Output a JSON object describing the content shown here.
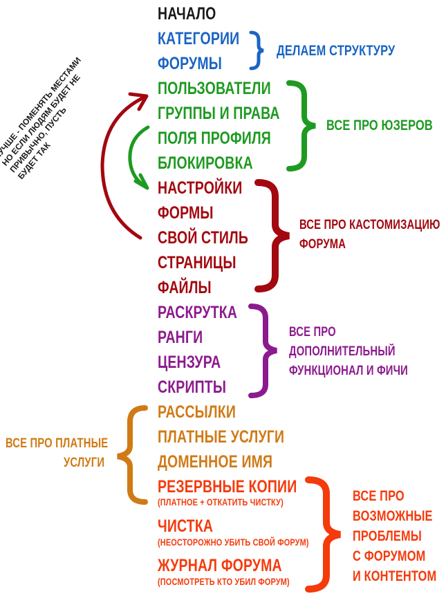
{
  "colors": {
    "black": "#1a1a1a",
    "blue": "#1a64c4",
    "green": "#1e9a21",
    "dark_red": "#a3070f",
    "purple": "#8c1a8e",
    "orange": "#d07a16",
    "red": "#f53a0c"
  },
  "items": {
    "start": "НАЧАЛО",
    "categories": "КАТЕГОРИИ",
    "forums": "ФОРУМЫ",
    "users": "ПОЛЬЗОВАТЕЛИ",
    "groups": "ГРУППЫ И ПРАВА",
    "profile_fields": "ПОЛЯ ПРОФИЛЯ",
    "blocking": "БЛОКИРОВКА",
    "settings": "НАСТРОЙКИ",
    "forms": "ФОРМЫ",
    "own_style": "СВОЙ СТИЛЬ",
    "pages": "СТРАНИЦЫ",
    "files": "ФАЙЛЫ",
    "promotion": "РАСКРУТКА",
    "ranks": "РАНГИ",
    "censorship": "ЦЕНЗУРА",
    "scripts": "СКРИПТЫ",
    "mailings": "РАССЫЛКИ",
    "paid_services": "ПЛАТНЫЕ УСЛУГИ",
    "domain_name": "ДОМЕННОЕ ИМЯ",
    "backups": "РЕЗЕРВНЫЕ КОПИИ",
    "backups_sub": "(ПЛАТНОЕ + ОТКАТИТЬ ЧИСТКУ)",
    "cleanup": "ЧИСТКА",
    "cleanup_sub": "(НЕОСТОРОЖНО УБИТЬ СВОЙ ФОРУМ)",
    "forum_log": "ЖУРНАЛ ФОРУМА",
    "forum_log_sub": "(ПОСМОТРЕТЬ КТО УБИЛ ФОРУМ)"
  },
  "groups": {
    "structure": "ДЕЛАЕМ СТРУКТУРУ",
    "users": "ВСЕ ПРО ЮЗЕРОВ",
    "customization": [
      "ВСЕ ПРО КАСТОМИЗАЦИЮ",
      "ФОРУМА"
    ],
    "additional": [
      "ВСЕ ПРО",
      "ДОПОЛНИТЕЛЬНЫЙ",
      "ФУНКЦИОНАЛ И ФИЧИ"
    ],
    "paid": [
      "ВСЕ ПРО ПЛАТНЫЕ",
      "УСЛУГИ"
    ],
    "problems": [
      "ВСЕ ПРО",
      "ВОЗМОЖНЫЕ",
      "ПРОБЛЕМЫ",
      "С ФОРУМОМ",
      "И КОНТЕНТОМ"
    ]
  },
  "side_note": [
    "ЛУЧШЕ - ПОМЕНЯТЬ МЕСТАМИ",
    "НО ЕСЛИ ЛЮДЯМ БУДЕТ НЕ",
    "ПРИВЫЧНО, ПУСТЬ",
    "БУДЕТ ТАК"
  ]
}
